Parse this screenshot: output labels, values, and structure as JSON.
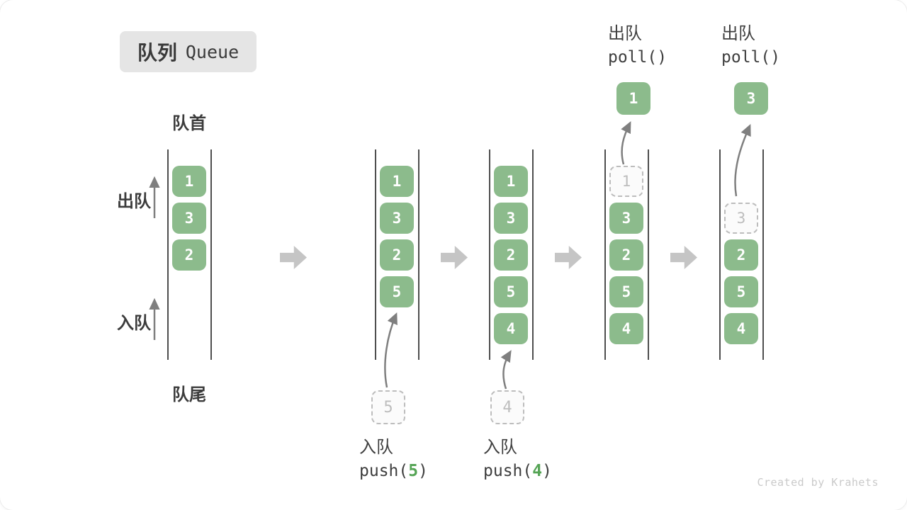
{
  "title_badge": {
    "zh": "队列",
    "en": "Queue"
  },
  "side_labels": {
    "front": "队首",
    "rear": "队尾",
    "dequeue": "出队",
    "enqueue": "入队"
  },
  "watermark": "Created by Krahets",
  "colors": {
    "element_green": "#8cbb8c",
    "code_arg_green": "#55a455",
    "ghost_gray": "#bdbdbd",
    "step_arrow_gray": "#c5c5c5",
    "flow_arrow_gray": "#8a8a8a",
    "text_dark": "#3e3e3e",
    "badge_bg": "#e5e5e5"
  },
  "states": [
    {
      "slots": [
        {
          "row": 0,
          "value": "1",
          "type": "filled"
        },
        {
          "row": 1,
          "value": "3",
          "type": "filled"
        },
        {
          "row": 2,
          "value": "2",
          "type": "filled"
        }
      ]
    },
    {
      "slots": [
        {
          "row": 0,
          "value": "1",
          "type": "filled"
        },
        {
          "row": 1,
          "value": "3",
          "type": "filled"
        },
        {
          "row": 2,
          "value": "2",
          "type": "filled"
        },
        {
          "row": 3,
          "value": "5",
          "type": "filled"
        }
      ],
      "staging": "5",
      "op": {
        "label": "入队",
        "code_pre": "push(",
        "code_arg": "5",
        "code_post": ")"
      }
    },
    {
      "slots": [
        {
          "row": 0,
          "value": "1",
          "type": "filled"
        },
        {
          "row": 1,
          "value": "3",
          "type": "filled"
        },
        {
          "row": 2,
          "value": "2",
          "type": "filled"
        },
        {
          "row": 3,
          "value": "5",
          "type": "filled"
        },
        {
          "row": 4,
          "value": "4",
          "type": "filled"
        }
      ],
      "staging": "4",
      "op": {
        "label": "入队",
        "code_pre": "push(",
        "code_arg": "4",
        "code_post": ")"
      }
    },
    {
      "slots": [
        {
          "row": 0,
          "value": "1",
          "type": "ghost"
        },
        {
          "row": 1,
          "value": "3",
          "type": "filled"
        },
        {
          "row": 2,
          "value": "2",
          "type": "filled"
        },
        {
          "row": 3,
          "value": "5",
          "type": "filled"
        },
        {
          "row": 4,
          "value": "4",
          "type": "filled"
        }
      ],
      "flyout": "1",
      "op": {
        "label": "出队",
        "code": "poll()"
      }
    },
    {
      "slots": [
        {
          "row": 1,
          "value": "3",
          "type": "ghost"
        },
        {
          "row": 2,
          "value": "2",
          "type": "filled"
        },
        {
          "row": 3,
          "value": "5",
          "type": "filled"
        },
        {
          "row": 4,
          "value": "4",
          "type": "filled"
        }
      ],
      "flyout": "3",
      "op": {
        "label": "出队",
        "code": "poll()"
      }
    }
  ]
}
